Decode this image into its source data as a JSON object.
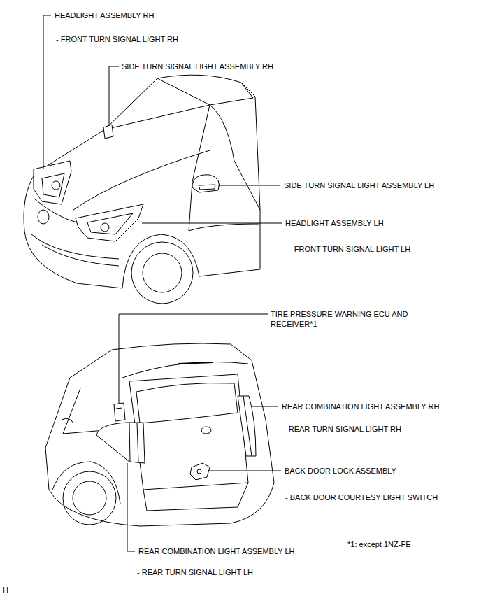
{
  "diagram": {
    "labels": [
      "HEADLIGHT ASSEMBLY RH",
      "- FRONT TURN SIGNAL LIGHT RH",
      "SIDE TURN SIGNAL LIGHT ASSEMBLY RH",
      "SIDE TURN SIGNAL LIGHT ASSEMBLY LH",
      "HEADLIGHT ASSEMBLY LH",
      "- FRONT TURN SIGNAL LIGHT LH",
      "TIRE PRESSURE WARNING ECU AND RECEIVER*1",
      "REAR COMBINATION LIGHT ASSEMBLY RH",
      "- REAR TURN SIGNAL LIGHT RH",
      "BACK DOOR LOCK ASSEMBLY",
      "- BACK DOOR COURTESY LIGHT SWITCH",
      "*1: except 1NZ-FE",
      "REAR COMBINATION LIGHT ASSEMBLY LH",
      "- REAR TURN SIGNAL LIGHT LH",
      "H"
    ]
  }
}
